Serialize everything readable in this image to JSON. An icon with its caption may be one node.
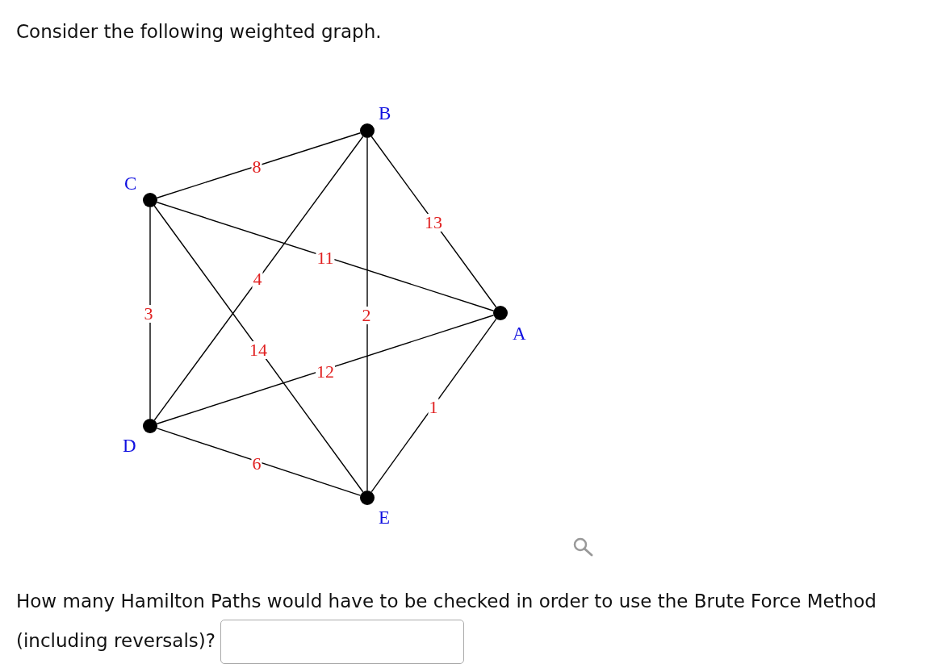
{
  "diagram": {
    "title": "Consider the following weighted graph.",
    "nodes": [
      {
        "text": [
          "B"
        ]
      },
      {
        "text": [
          "C"
        ]
      },
      {
        "text": [
          "A"
        ]
      },
      {
        "text": [
          "D"
        ]
      },
      {
        "text": [
          "E"
        ]
      }
    ],
    "edges": [
      {
        "from": 1,
        "to": 0,
        "arrow": "none",
        "label": "8"
      },
      {
        "from": 0,
        "to": 2,
        "arrow": "none",
        "label": "13"
      },
      {
        "from": 1,
        "to": 2,
        "arrow": "none",
        "label": "11"
      },
      {
        "from": 0,
        "to": 3,
        "arrow": "none",
        "label": "4"
      },
      {
        "from": 1,
        "to": 3,
        "arrow": "none",
        "label": "3"
      },
      {
        "from": 0,
        "to": 4,
        "arrow": "none",
        "label": "2"
      },
      {
        "from": 1,
        "to": 4,
        "arrow": "none",
        "label": "14"
      },
      {
        "from": 3,
        "to": 2,
        "arrow": "none",
        "label": "12"
      },
      {
        "from": 2,
        "to": 4,
        "arrow": "none",
        "label": "1"
      },
      {
        "from": 3,
        "to": 4,
        "arrow": "none",
        "label": "6"
      }
    ],
    "labels": [
      "How many Hamilton Paths would have to be checked in order to use the Brute Force Method (including reversals)?"
    ]
  }
}
